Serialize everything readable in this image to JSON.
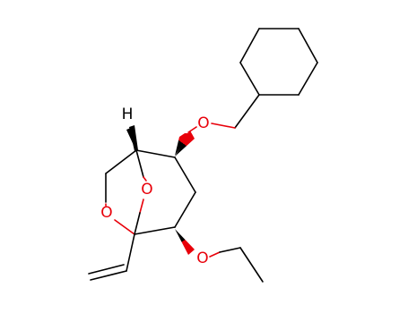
{
  "molecule": {
    "atom_labels": {
      "o_ether_top": "O",
      "o_bridge": "O",
      "o_ring": "O",
      "o_ether_bottom": "O",
      "h_bridgehead": "H"
    },
    "colors": {
      "carbon_bond": "#000000",
      "oxygen": "#e8000a"
    }
  }
}
